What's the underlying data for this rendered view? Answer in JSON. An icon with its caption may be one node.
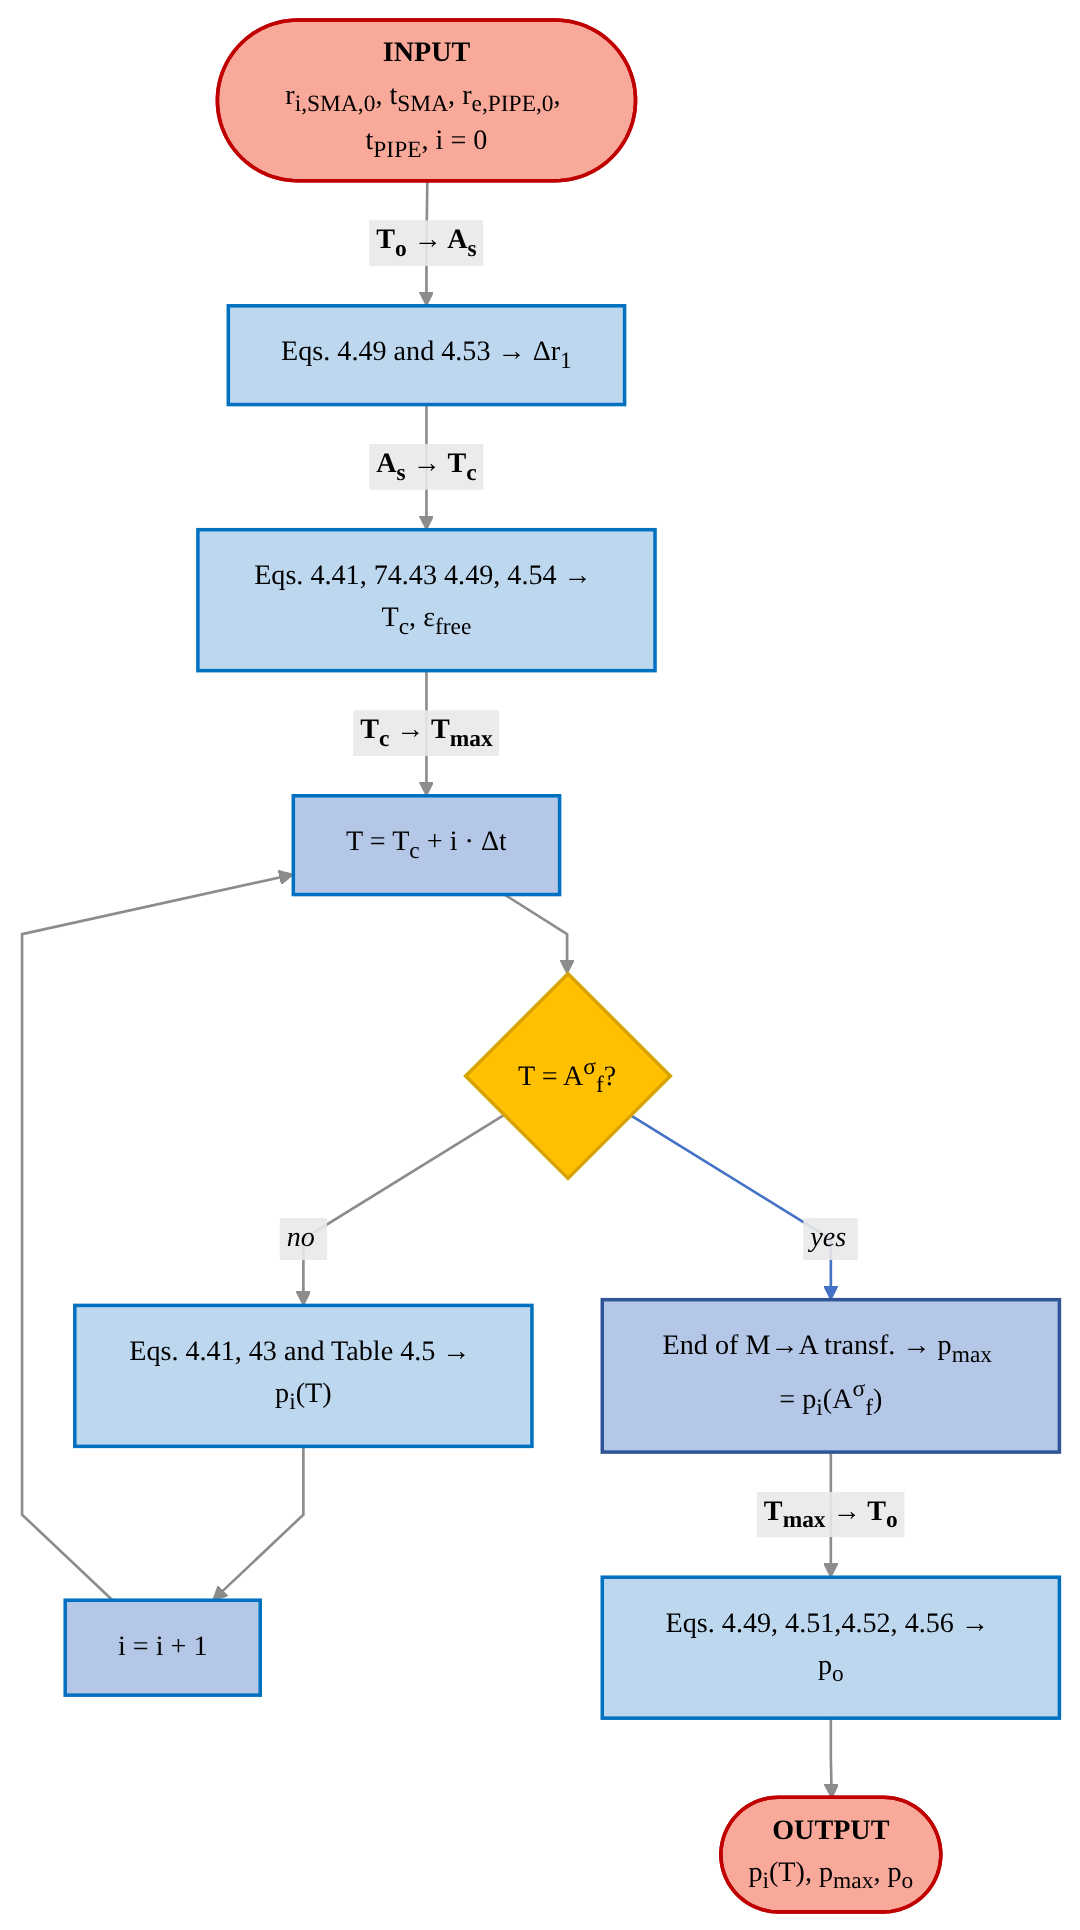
{
  "diagram": {
    "nodes": [
      {
        "text": [
          "INPUT",
          "r$_{i,SMA,0}$, t$_{SMA}$, r$_{e,PIPE,0}$, t$_{PIPE}$, i = 0"
        ]
      },
      {
        "text": [
          "Eqs. 4.49 and 4.53 → Δr$_{1}$"
        ]
      },
      {
        "text": [
          "Eqs. 4.41, 74.43 4.49, 4.54 → T$_{c}$, ε$_{free}$"
        ]
      },
      {
        "text": [
          "T = T$_{c}$ + i · Δt"
        ]
      },
      {
        "text": [
          "T = A$^{σ}$$_{f}$?"
        ]
      },
      {
        "text": [
          "Eqs. 4.41, 43 and Table 4.5 → p$_{i}$(T)"
        ]
      },
      {
        "text": [
          "i = i + 1"
        ]
      },
      {
        "text": [
          "End of M→A transf. → p$_{max}$ = p$_{i}$(A$^{σ}$$_{f}$)"
        ]
      },
      {
        "text": [
          "Eqs. 4.49, 4.51,4.52, 4.56 → p$_{o}$"
        ]
      },
      {
        "text": [
          "OUTPUT",
          "p$_{i}$(T), p$_{max}$, p$_{o}$"
        ]
      }
    ],
    "edges": [
      {
        "from": 0,
        "to": 1,
        "arrow": "to",
        "label": "T$_{o}$ → A$_{s}$"
      },
      {
        "from": 1,
        "to": 2,
        "arrow": "to",
        "label": "A$_{s}$ → T$_{c}$"
      },
      {
        "from": 2,
        "to": 3,
        "arrow": "to",
        "label": "T$_{c}$ → T$_{max}$"
      },
      {
        "from": 3,
        "to": 4,
        "arrow": "to"
      },
      {
        "from": 4,
        "to": 5,
        "arrow": "to",
        "label": "no"
      },
      {
        "from": 4,
        "to": 7,
        "arrow": "to",
        "label": "yes",
        "color": "#4472c4"
      },
      {
        "from": 5,
        "to": 6,
        "arrow": "to"
      },
      {
        "from": 6,
        "to": 3,
        "arrow": "to"
      },
      {
        "from": 7,
        "to": 8,
        "arrow": "to",
        "label": "T$_{max}$ → T$_{o}$"
      },
      {
        "from": 8,
        "to": 9,
        "arrow": "to"
      }
    ]
  }
}
